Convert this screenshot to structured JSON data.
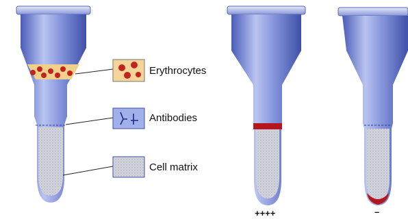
{
  "labels": {
    "erythrocytes": "Erythrocytes",
    "antibodies": "Antibodies",
    "cell_matrix": "Cell matrix"
  },
  "results": {
    "positive": "++++",
    "negative": "–"
  },
  "colors": {
    "tube_blue": "#5b6fc4",
    "tube_light": "#a9b6ea",
    "matrix_gray": "#c9cbd6",
    "red_cells": "#c0241e",
    "swatch_bg": "#f3d59a"
  }
}
